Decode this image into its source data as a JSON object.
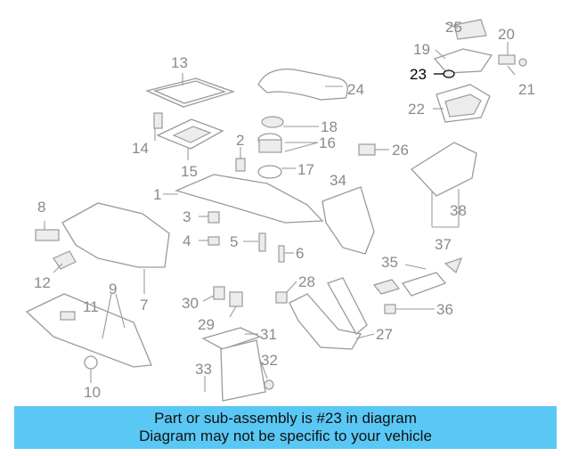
{
  "labels": [
    "1",
    "2",
    "3",
    "4",
    "5",
    "6",
    "7",
    "8",
    "9",
    "10",
    "11",
    "12",
    "13",
    "14",
    "15",
    "16",
    "17",
    "18",
    "19",
    "20",
    "21",
    "22",
    "23",
    "24",
    "25",
    "26",
    "27",
    "28",
    "29",
    "30",
    "31",
    "32",
    "33",
    "34",
    "35",
    "36",
    "37",
    "38"
  ],
  "highlighted": "23",
  "accent_color": "#5ac8f5",
  "banner": {
    "line1": "Part or sub-assembly is #23 in diagram",
    "line2": "Diagram may not be specific to your vehicle"
  }
}
